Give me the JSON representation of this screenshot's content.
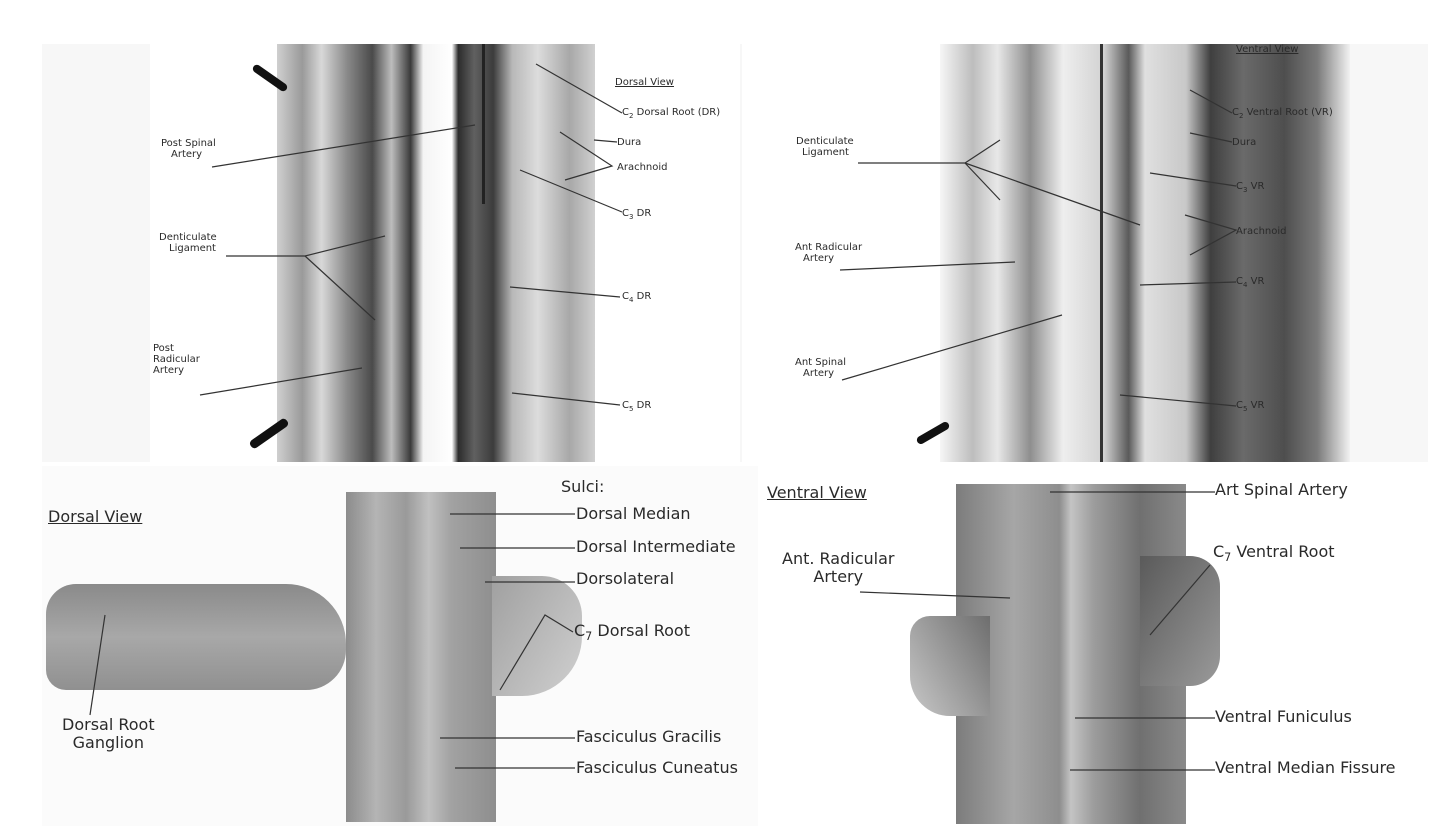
{
  "figure": {
    "panels": [
      {
        "id": "top-left",
        "title": "Dorsal View",
        "labels_left": [
          "Post Spinal Artery",
          "Denticulate Ligament",
          "Post Radicular Artery"
        ],
        "labels_right": [
          "C2 Dorsal Root (DR)",
          "Dura",
          "Arachnoid",
          "C3 DR",
          "C4 DR",
          "C5 DR"
        ]
      },
      {
        "id": "top-right",
        "title": "Ventral View",
        "labels_left": [
          "Denticulate Ligament",
          "Ant Radicular Artery",
          "Ant Spinal Artery"
        ],
        "labels_right": [
          "C2 Ventral Root (VR)",
          "Dura",
          "C3 VR",
          "Arachnoid",
          "C4 VR",
          "C5 VR"
        ]
      },
      {
        "id": "bottom-left",
        "title": "Dorsal View",
        "sulci_heading": "Sulci:",
        "labels_right": [
          "Dorsal Median",
          "Dorsal Intermediate",
          "Dorsolateral",
          "C7 Dorsal Root",
          "Fasciculus Gracilis",
          "Fasciculus Cuneatus"
        ],
        "labels_left": [
          "Dorsal Root Ganglion"
        ]
      },
      {
        "id": "bottom-right",
        "title": "Ventral View",
        "labels_left": [
          "Ant. Radicular Artery"
        ],
        "labels_right": [
          "Art Spinal Artery",
          "C7 Ventral Root",
          "Ventral Funiculus",
          "Ventral Median Fissure"
        ]
      }
    ]
  },
  "tl": {
    "title": "Dorsal View",
    "post_spinal_1": "Post Spinal",
    "post_spinal_2": "Artery",
    "dent_1": "Denticulate",
    "dent_2": "Ligament",
    "post_rad_1": "Post",
    "post_rad_2": "Radicular",
    "post_rad_3": "Artery",
    "c2": "C",
    "c2_sub": "2",
    "c2_rest": " Dorsal Root (DR)",
    "dura": "Dura",
    "arachnoid": "Arachnoid",
    "c3": "C",
    "c3_sub": "3",
    "c3_rest": " DR",
    "c4": "C",
    "c4_sub": "4",
    "c4_rest": " DR",
    "c5": "C",
    "c5_sub": "5",
    "c5_rest": " DR"
  },
  "tr": {
    "title": "Ventral View",
    "dent_1": "Denticulate",
    "dent_2": "Ligament",
    "ant_rad_1": "Ant Radicular",
    "ant_rad_2": "Artery",
    "ant_sp_1": "Ant Spinal",
    "ant_sp_2": "Artery",
    "c2": "C",
    "c2_sub": "2",
    "c2_rest": " Ventral Root (VR)",
    "dura": "Dura",
    "c3": "C",
    "c3_sub": "3",
    "c3_rest": " VR",
    "arachnoid": "Arachnoid",
    "c4": "C",
    "c4_sub": "4",
    "c4_rest": " VR",
    "c5": "C",
    "c5_sub": "5",
    "c5_rest": " VR"
  },
  "bl": {
    "title": "Dorsal View",
    "sulci": "Sulci:",
    "dorsal_median": "Dorsal Median",
    "dorsal_intermediate": "Dorsal Intermediate",
    "dorsolateral": "Dorsolateral",
    "c7": "C",
    "c7_sub": "7",
    "c7_rest": " Dorsal Root",
    "gracilis": "Fasciculus Gracilis",
    "cuneatus": "Fasciculus Cuneatus",
    "drg_1": "Dorsal Root",
    "drg_2": "Ganglion"
  },
  "br": {
    "title": "Ventral View",
    "ant_rad_1": "Ant. Radicular",
    "ant_rad_2": "Artery",
    "art_spinal": "Art Spinal Artery",
    "c7": "C",
    "c7_sub": "7",
    "c7_rest": " Ventral Root",
    "ventral_funiculus": "Ventral Funiculus",
    "ventral_median": "Ventral Median Fissure"
  }
}
